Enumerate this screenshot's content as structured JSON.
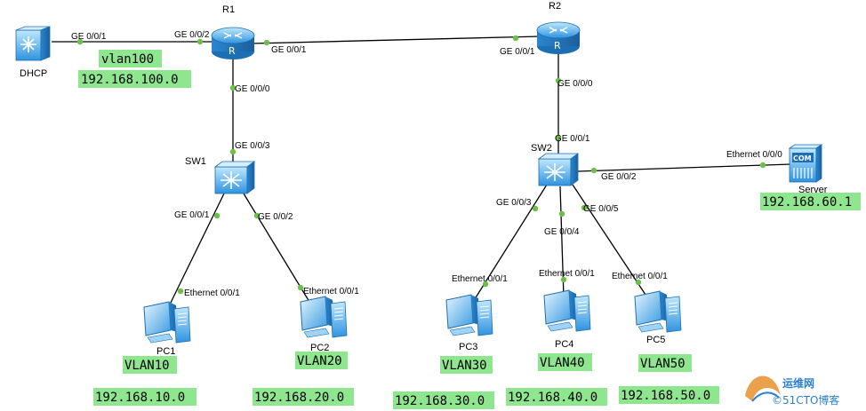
{
  "devices": [
    {
      "id": "dhcp",
      "label": "DHCP",
      "type": "dhcp-server"
    },
    {
      "id": "r1",
      "label": "R1",
      "type": "router"
    },
    {
      "id": "r2",
      "label": "R2",
      "type": "router"
    },
    {
      "id": "sw1",
      "label": "SW1",
      "type": "switch"
    },
    {
      "id": "sw2",
      "label": "SW2",
      "type": "switch"
    },
    {
      "id": "server",
      "label": "Server",
      "type": "server"
    },
    {
      "id": "pc1",
      "label": "PC1",
      "type": "pc"
    },
    {
      "id": "pc2",
      "label": "PC2",
      "type": "pc"
    },
    {
      "id": "pc3",
      "label": "PC3",
      "type": "pc"
    },
    {
      "id": "pc4",
      "label": "PC4",
      "type": "pc"
    },
    {
      "id": "pc5",
      "label": "PC5",
      "type": "pc"
    }
  ],
  "links": [
    {
      "from": "dhcp",
      "to": "r1",
      "from_port": "GE 0/0/1",
      "to_port": "GE 0/0/2"
    },
    {
      "from": "r1",
      "to": "r2",
      "from_port": "GE 0/0/1",
      "to_port": "GE 0/0/1"
    },
    {
      "from": "r1",
      "to": "sw1",
      "from_port": "GE 0/0/0",
      "to_port": "GE 0/0/3"
    },
    {
      "from": "r2",
      "to": "sw2",
      "from_port": "GE 0/0/0",
      "to_port": "GE 0/0/1"
    },
    {
      "from": "sw2",
      "to": "server",
      "from_port": "GE 0/0/2",
      "to_port": "Ethernet 0/0/0"
    },
    {
      "from": "sw1",
      "to": "pc1",
      "from_port": "GE 0/0/1",
      "to_port": "Ethernet 0/0/1"
    },
    {
      "from": "sw1",
      "to": "pc2",
      "from_port": "GE 0/0/2",
      "to_port": "Ethernet 0/0/1"
    },
    {
      "from": "sw2",
      "to": "pc3",
      "from_port": "GE 0/0/3",
      "to_port": "Ethernet 0/0/1"
    },
    {
      "from": "sw2",
      "to": "pc4",
      "from_port": "GE 0/0/4",
      "to_port": "Ethernet 0/0/1"
    },
    {
      "from": "sw2",
      "to": "pc5",
      "from_port": "GE 0/0/5",
      "to_port": "Ethernet 0/0/1"
    }
  ],
  "tags": {
    "vlan100": "vlan100",
    "net100": "192.168.100.0",
    "server_ip": "192.168.60.1",
    "vlan10": "VLAN10",
    "vlan20": "VLAN20",
    "vlan30": "VLAN30",
    "vlan40": "VLAN40",
    "vlan50": "VLAN50",
    "net10": "192.168.10.0",
    "net20": "192.168.20.0",
    "net30": "192.168.30.0",
    "net40": "192.168.40.0",
    "net50": "192.168.50.0"
  },
  "watermark": {
    "line1": "运维网",
    "line2": "©51CTO博客"
  },
  "colors": {
    "link": "#000000",
    "port_dot": "#6cc04a",
    "tag_bg": "#8ee68e",
    "device_blue": "#3ea6e8"
  }
}
